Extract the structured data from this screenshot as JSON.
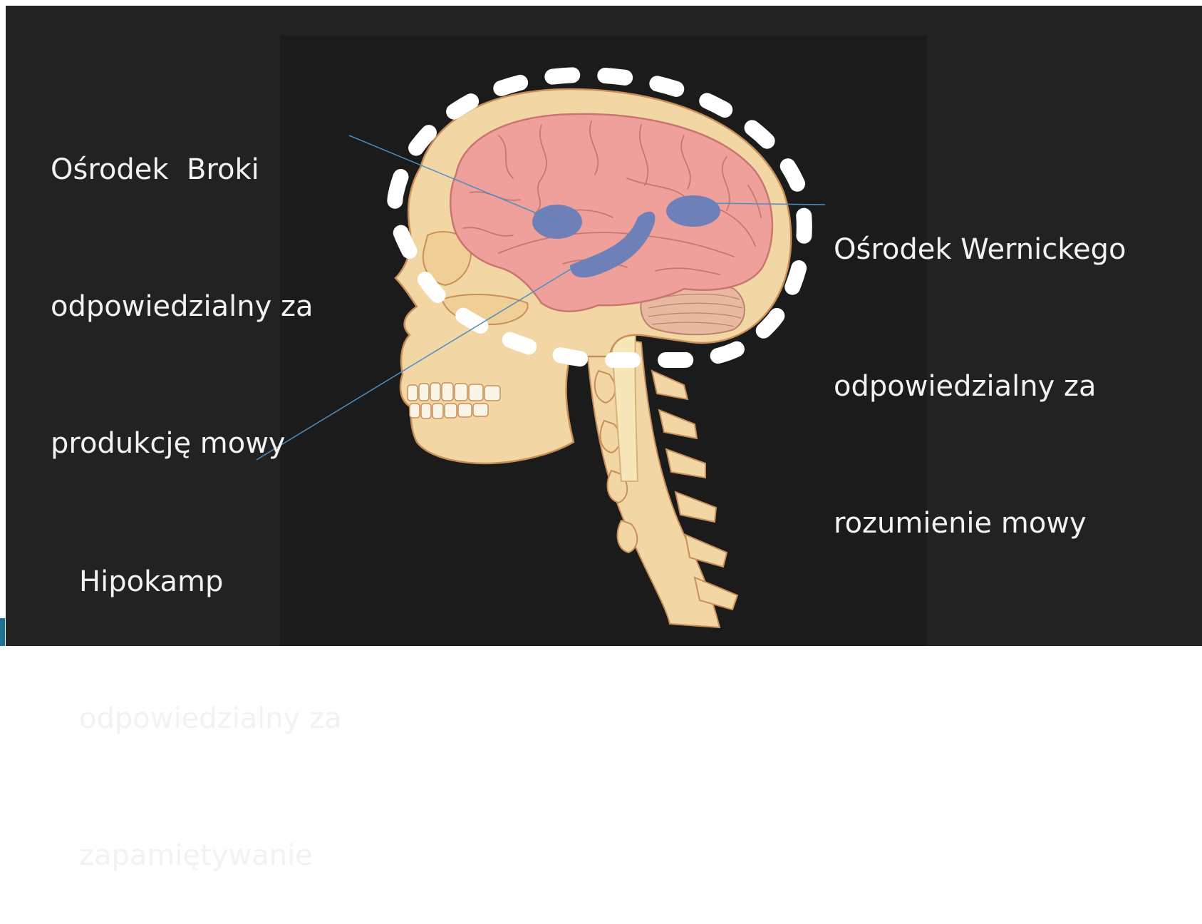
{
  "labels": {
    "broca": {
      "line1": "Ośrodek  Broki",
      "line2": "odpowiedzialny za",
      "line3": "produkcję mowy"
    },
    "wernicke": {
      "line1": "Ośrodek Wernickego",
      "line2": "odpowiedzialny za",
      "line3": "rozumienie mowy"
    },
    "hippocampus": {
      "line1": "Hipokamp",
      "line2": "odpowiedzialny za",
      "line3": "zapamiętywanie"
    }
  },
  "colors": {
    "background": "#222222",
    "panel": "#1b1b1b",
    "bone": "#f2d7a4",
    "bone_outline": "#c98f5a",
    "brain": "#f0a09a",
    "highlight": "#6f80b8",
    "leader_line": "#4a8fc4",
    "dashed_outline": "#ffffff",
    "accent": "#1f7390"
  }
}
